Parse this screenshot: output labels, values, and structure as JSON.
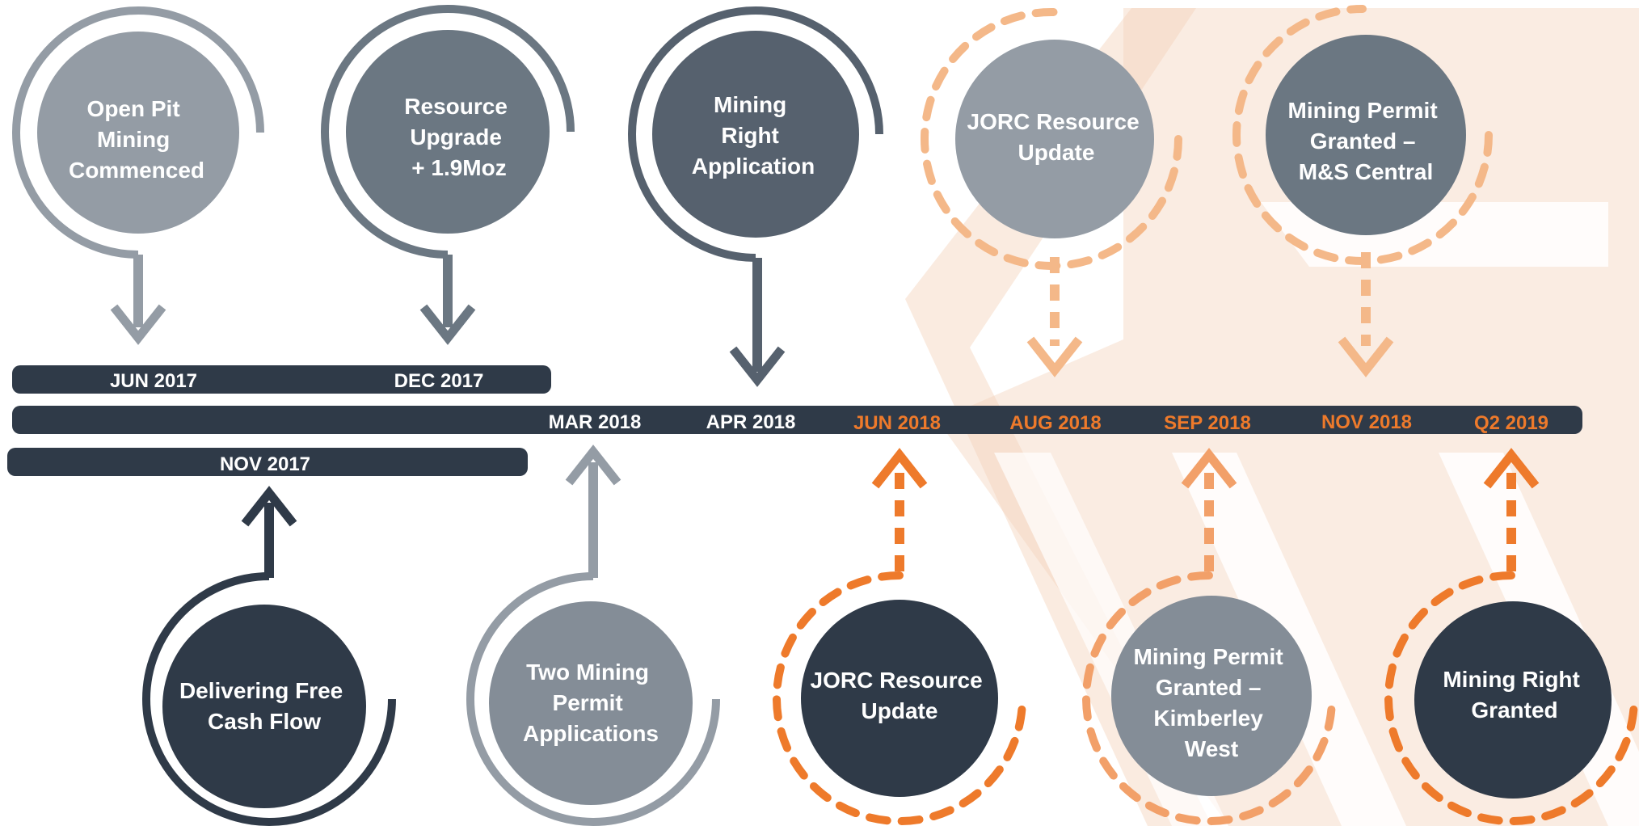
{
  "colors": {
    "navy": "#2f3a48",
    "slate": "#56616e",
    "slate_mid": "#6b7782",
    "grey": "#848d97",
    "grey_light": "#949ca5",
    "orange": "#ee7a2b",
    "orange_light": "#f2a069",
    "orange_pale": "#f4b889",
    "white": "#ffffff"
  },
  "bars": {
    "top_dates": [
      "JUN 2017",
      "DEC 2017"
    ],
    "bottom_date": "NOV 2017",
    "main_dates": [
      {
        "label": "MAR 2018",
        "status": "past"
      },
      {
        "label": "APR 2018",
        "status": "past"
      },
      {
        "label": "JUN 2018",
        "status": "future"
      },
      {
        "label": "AUG 2018",
        "status": "future"
      },
      {
        "label": "SEP 2018",
        "status": "future"
      },
      {
        "label": "NOV 2018",
        "status": "future"
      },
      {
        "label": "Q2 2019",
        "status": "future"
      }
    ]
  },
  "milestones_top": [
    {
      "id": "open-pit",
      "lines": [
        "Open Pit",
        "Mining",
        "Commenced"
      ],
      "date": "JUN 2017",
      "status": "completed"
    },
    {
      "id": "resource-upgrade",
      "lines": [
        "Resource",
        "Upgrade",
        "+ 1.9Moz"
      ],
      "date": "DEC 2017",
      "status": "completed"
    },
    {
      "id": "mining-right-application",
      "lines": [
        "Mining",
        "Right",
        "Application"
      ],
      "date": "APR 2018",
      "status": "completed"
    },
    {
      "id": "jorc-aug",
      "lines": [
        "JORC Resource",
        "Update"
      ],
      "date": "AUG 2018",
      "status": "upcoming"
    },
    {
      "id": "permit-ms-central",
      "lines": [
        "Mining Permit",
        "Granted –",
        "M&S Central"
      ],
      "date": "NOV 2018",
      "status": "upcoming"
    }
  ],
  "milestones_bottom": [
    {
      "id": "free-cash-flow",
      "lines": [
        "Delivering Free",
        "Cash Flow"
      ],
      "date": "NOV 2017",
      "status": "completed"
    },
    {
      "id": "two-permit-apps",
      "lines": [
        "Two Mining",
        "Permit",
        "Applications"
      ],
      "date": "MAR 2018",
      "status": "completed"
    },
    {
      "id": "jorc-jun",
      "lines": [
        "JORC Resource",
        "Update"
      ],
      "date": "JUN 2018",
      "status": "upcoming"
    },
    {
      "id": "permit-kimberley",
      "lines": [
        "Mining Permit",
        "Granted –",
        "Kimberley",
        "West"
      ],
      "date": "SEP 2018",
      "status": "upcoming"
    },
    {
      "id": "mining-right-granted",
      "lines": [
        "Mining Right",
        "Granted"
      ],
      "date": "Q2 2019",
      "status": "upcoming"
    }
  ]
}
